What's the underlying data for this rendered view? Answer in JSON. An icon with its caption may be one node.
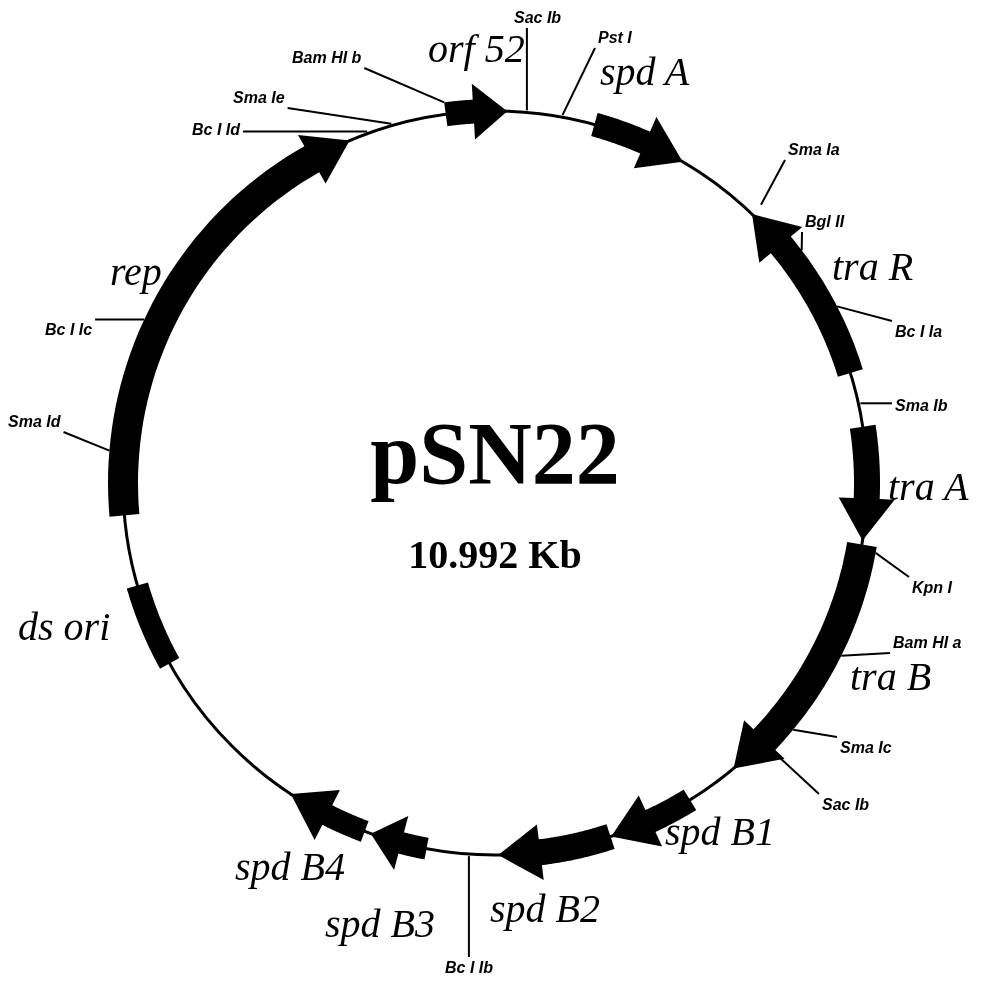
{
  "diagram": {
    "nodes": [
      {
        "text": [
          "orf 52"
        ]
      },
      {
        "text": [
          "spd A"
        ]
      },
      {
        "text": [
          "tra R"
        ]
      },
      {
        "text": [
          "tra A"
        ]
      },
      {
        "text": [
          "tra B"
        ]
      },
      {
        "text": [
          "spd B1"
        ]
      },
      {
        "text": [
          "spd B2"
        ]
      },
      {
        "text": [
          "spd B3"
        ]
      },
      {
        "text": [
          "spd B4"
        ]
      },
      {
        "text": [
          "ds ori"
        ]
      },
      {
        "text": [
          "rep"
        ]
      },
      {
        "text": [
          "Bam HI b"
        ]
      },
      {
        "text": [
          "Sac Ib"
        ]
      },
      {
        "text": [
          "Pst I"
        ]
      },
      {
        "text": [
          "Sma Ia"
        ]
      },
      {
        "text": [
          "Bgl II"
        ]
      },
      {
        "text": [
          "Bc I Ia"
        ]
      },
      {
        "text": [
          "Sma Ib"
        ]
      },
      {
        "text": [
          "Kpn I"
        ]
      },
      {
        "text": [
          "Bam HI a"
        ]
      },
      {
        "text": [
          "Sma Ic"
        ]
      },
      {
        "text": [
          "Sac Ib"
        ]
      },
      {
        "text": [
          "Bc I Ib"
        ]
      },
      {
        "text": [
          "Sma Id"
        ]
      },
      {
        "text": [
          "Bc I Ic"
        ]
      },
      {
        "text": [
          "Bc I Id"
        ]
      },
      {
        "text": [
          "Sma Ie"
        ]
      }
    ],
    "edges": [
      {
        "from": 11,
        "to": 0,
        "arrow": "none"
      },
      {
        "from": 12,
        "to": null,
        "arrow": "none"
      },
      {
        "from": 13,
        "to": null,
        "arrow": "none"
      },
      {
        "from": 14,
        "to": 2,
        "arrow": "none"
      },
      {
        "from": 15,
        "to": 2,
        "arrow": "none"
      },
      {
        "from": 16,
        "to": 2,
        "arrow": "none"
      },
      {
        "from": 17,
        "to": null,
        "arrow": "none"
      },
      {
        "from": 18,
        "to": 4,
        "arrow": "none"
      },
      {
        "from": 19,
        "to": 4,
        "arrow": "none"
      },
      {
        "from": 20,
        "to": 4,
        "arrow": "none"
      },
      {
        "from": 21,
        "to": 4,
        "arrow": "none"
      },
      {
        "from": 22,
        "to": null,
        "arrow": "none"
      },
      {
        "from": 23,
        "to": 10,
        "arrow": "none"
      },
      {
        "from": 24,
        "to": 10,
        "arrow": "none"
      },
      {
        "from": 25,
        "to": null,
        "arrow": "none"
      },
      {
        "from": 26,
        "to": null,
        "arrow": "none"
      }
    ],
    "labels": [
      "pSN22",
      "10.992 Kb"
    ]
  }
}
